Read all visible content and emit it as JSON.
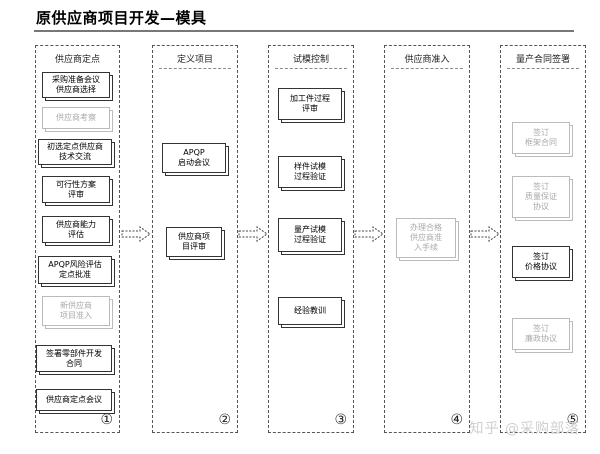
{
  "title": "原供应商项目开发—模具",
  "columns": [
    {
      "head": "供应商定点",
      "num": "①",
      "items": [
        {
          "label": "采购准备会议\n供应商选择"
        },
        {
          "label": "供应商考察"
        },
        {
          "label": "初选定点供应商\n技术交流"
        },
        {
          "label": "可行性方案\n评审"
        },
        {
          "label": "供应商能力\n评估"
        },
        {
          "label": "APQP风险评估\n定点批准"
        },
        {
          "label": "新供应商\n项目准入"
        },
        {
          "label": "签署零部件开发\n合同"
        },
        {
          "label": "供应商定点会议"
        }
      ]
    },
    {
      "head": "定义项目",
      "num": "②",
      "items": [
        {
          "label": "APQP\n启动会议"
        },
        {
          "label": "供应商项\n目评审"
        }
      ]
    },
    {
      "head": "试模控制",
      "num": "③",
      "items": [
        {
          "label": "加工件过程\n评审"
        },
        {
          "label": "样件试模\n过程验证"
        },
        {
          "label": "量产试模\n过程验证"
        },
        {
          "label": "经验教训"
        }
      ]
    },
    {
      "head": "供应商准入",
      "num": "④",
      "items": [
        {
          "label": "办理合格\n供应商准\n入手续"
        }
      ]
    },
    {
      "head": "量产合同签署",
      "num": "⑤",
      "items": [
        {
          "label": "签订\n框架合同"
        },
        {
          "label": "签订\n质量保证\n协议"
        },
        {
          "label": "签订\n价格协议"
        },
        {
          "label": "签订\n廉政协议"
        }
      ]
    }
  ],
  "watermark": "知乎 @采购部落"
}
